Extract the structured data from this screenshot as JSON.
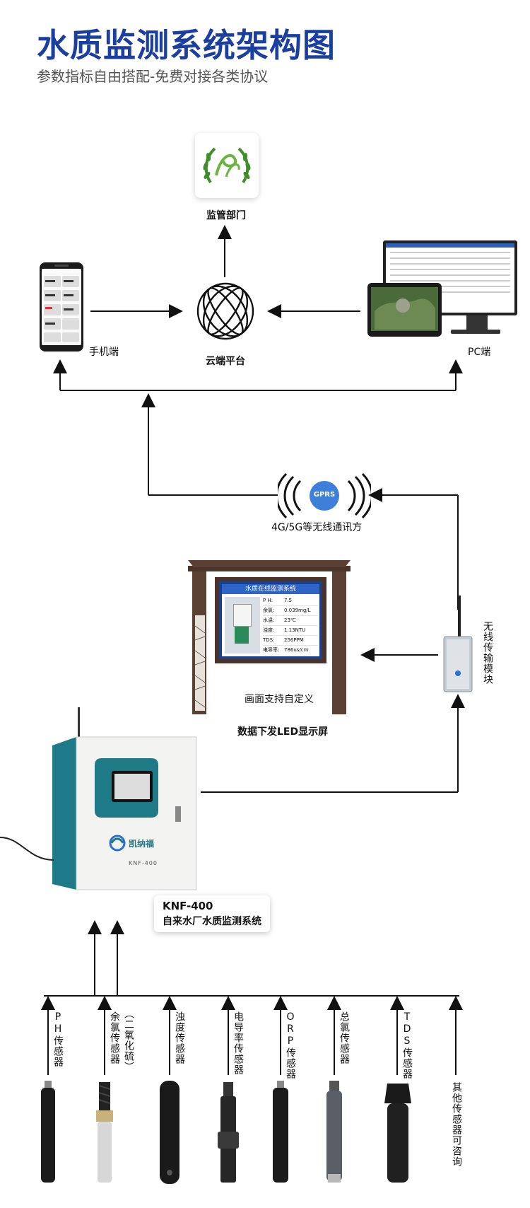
{
  "header": {
    "title": "水质监测系统架构图",
    "subtitle": "参数指标自由搭配-免费对接各类协议"
  },
  "nodes": {
    "supervisor": "监管部门",
    "cloud": "云端平台",
    "mobile": "手机端",
    "pc": "PC端",
    "wireless_comm": "4G/5G等无线通讯方",
    "gprs_badge": "GPRS",
    "wireless_module": "无线传输模块",
    "led_caption": "画面支持自定义",
    "led_title": "数据下发LED显示屏",
    "device_model": "KNF-400",
    "device_name": "自来水厂水质监测系统",
    "device_panel_brand": "凯纳福",
    "device_panel_model": "KNF-400"
  },
  "led_screen": {
    "title": "水质在线监测系统",
    "rows": [
      {
        "label": "P H:",
        "value": "7.5"
      },
      {
        "label": "余氯:",
        "value": "0.039mg/L"
      },
      {
        "label": "水温:",
        "value": "23℃"
      },
      {
        "label": "浊度:",
        "value": "1.13NTU"
      },
      {
        "label": "TDS:",
        "value": "256PPM"
      },
      {
        "label": "电导率:",
        "value": "786us/cm"
      }
    ]
  },
  "sensors": [
    {
      "label": "PH传感器"
    },
    {
      "label": "余氯传感器",
      "note": "（二氧化硫）"
    },
    {
      "label": "浊度传感器"
    },
    {
      "label": "电导率传感器"
    },
    {
      "label": "ORP传感器"
    },
    {
      "label": "总氯传感器"
    },
    {
      "label": "TDS传感器"
    }
  ],
  "other_sensors": "其他传感器可咨询",
  "colors": {
    "title": "#1a3fa0",
    "teal": "#1e7a86",
    "gprs": "#3d7fd9",
    "logo_green": "#3e8e2c"
  }
}
